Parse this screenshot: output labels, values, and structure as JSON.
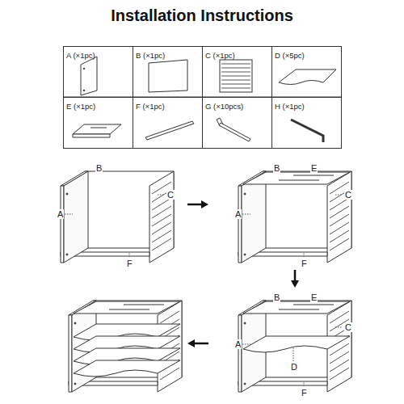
{
  "diagram": {
    "title": "Installation Instructions",
    "nodes": [
      {
        "text": [
          "A (×1pc)"
        ]
      },
      {
        "text": [
          "B (×1pc)"
        ]
      },
      {
        "text": [
          "C (×1pc)"
        ]
      },
      {
        "text": [
          "D (×5pc)"
        ]
      },
      {
        "text": [
          "E (×1pc)"
        ]
      },
      {
        "text": [
          "F (×1pc)"
        ]
      },
      {
        "text": [
          "G (×10pcs)"
        ]
      },
      {
        "text": [
          "H (×1pc)"
        ]
      }
    ],
    "labels": [
      "B",
      "C",
      "A",
      "F",
      "B",
      "E",
      "C",
      "A",
      "F",
      "B",
      "E",
      "C",
      "A",
      "D",
      "F"
    ]
  }
}
